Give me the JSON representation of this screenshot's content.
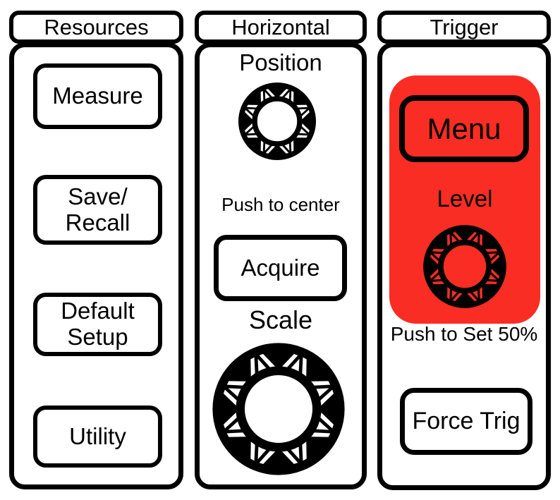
{
  "colors": {
    "accent_red": "#fa2d24",
    "ink": "#000000",
    "background": "#ffffff"
  },
  "resources": {
    "title": "Resources",
    "measure_label": "Measure",
    "save_recall_label": "Save/\nRecall",
    "default_setup_label": "Default\nSetup",
    "utility_label": "Utility"
  },
  "horizontal": {
    "title": "Horizontal",
    "position_label": "Position",
    "position_knob_icon": "rotary-knob-icon",
    "position_hint": "Push to center",
    "acquire_label": "Acquire",
    "scale_label": "Scale",
    "scale_knob_icon": "rotary-knob-icon"
  },
  "trigger": {
    "title": "Trigger",
    "menu_label": "Menu",
    "level_label": "Level",
    "level_knob_icon": "rotary-knob-icon",
    "level_hint": "Push to Set 50%",
    "force_trig_label": "Force Trig"
  }
}
